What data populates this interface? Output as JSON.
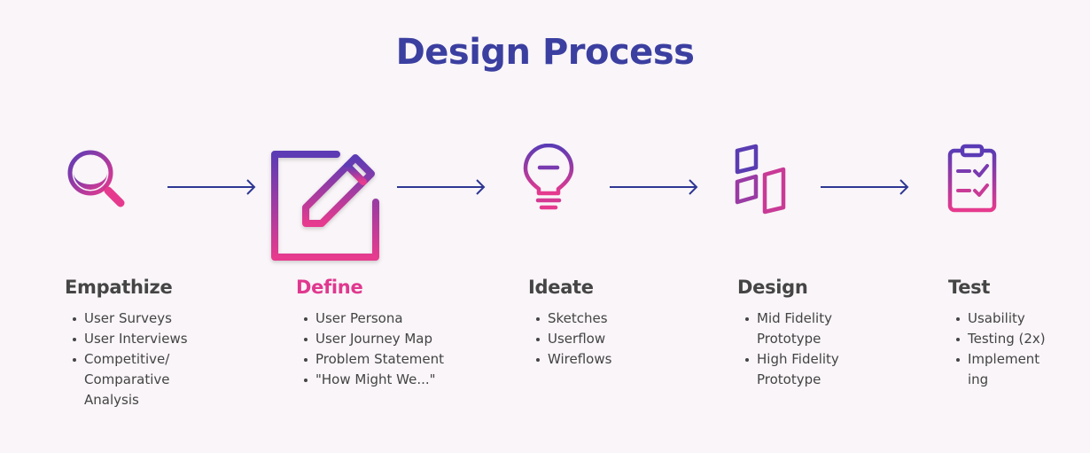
{
  "title": "Design Process",
  "colors": {
    "title": "#3b3fa0",
    "gradient_start": "#5b3bb5",
    "gradient_end": "#e63a8e",
    "arrow": "#2e3793",
    "active_stage": "#e0388f"
  },
  "stages": [
    {
      "title": "Empathize",
      "icon": "magnifier-icon",
      "items": [
        "User Surveys",
        "User Interviews",
        "Competitive/ Comparative Analysis"
      ]
    },
    {
      "title": "Define",
      "icon": "edit-icon",
      "active": true,
      "items": [
        "User Persona",
        "User Journey Map",
        "Problem Statement",
        "\"How Might We...\""
      ]
    },
    {
      "title": "Ideate",
      "icon": "lightbulb-icon",
      "items": [
        "Sketches",
        "Userflow",
        "Wireflows"
      ]
    },
    {
      "title": "Design",
      "icon": "layout-icon",
      "items": [
        "Mid Fidelity Prototype",
        "High Fidelity Prototype"
      ]
    },
    {
      "title": "Test",
      "icon": "clipboard-icon",
      "items": [
        "Usability",
        "Testing (2x)",
        "Implement ing"
      ]
    }
  ]
}
